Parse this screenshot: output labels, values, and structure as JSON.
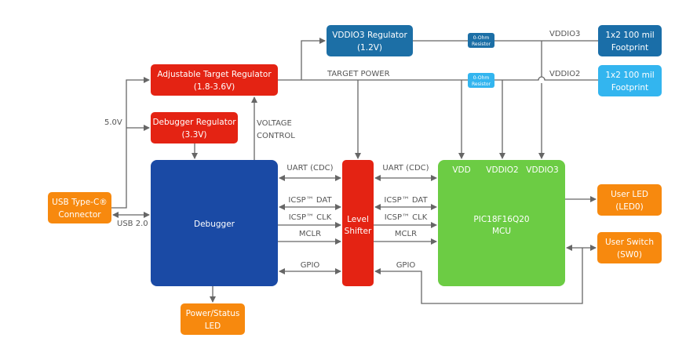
{
  "colors": {
    "orange": "#f7890e",
    "red": "#e42313",
    "blue": "#1a4aa5",
    "green": "#6ccc44",
    "steel_blue": "#1c6fa6",
    "light_blue": "#33b5ef",
    "line": "#666666"
  },
  "blocks": {
    "usb": [
      "USB Type-C®",
      "Connector"
    ],
    "target_reg": [
      "Adjustable Target Regulator",
      "(1.8-3.6V)"
    ],
    "debugger_reg": [
      "Debugger Regulator",
      "(3.3V)"
    ],
    "debugger": [
      "Debugger"
    ],
    "power_led": [
      "Power/Status",
      "LED"
    ],
    "level_shifter": [
      "Level",
      "Shifter"
    ],
    "mcu": [
      "PIC18F16Q20",
      "MCU"
    ],
    "vddio3_reg": [
      "VDDIO3 Regulator",
      "(1.2V)"
    ],
    "footprint1": [
      "1x2 100 mil",
      "Footprint"
    ],
    "footprint2": [
      "1x2 100 mil",
      "Footprint"
    ],
    "user_led": [
      "User LED",
      "(LED0)"
    ],
    "user_switch": [
      "User Switch",
      "(SW0)"
    ],
    "resistor1": [
      "0-Ohm",
      "Resistor"
    ],
    "resistor2": [
      "0-Ohm",
      "Resistor"
    ]
  },
  "labels": {
    "v5": "5.0V",
    "usb2": "USB 2.0",
    "voltage_control": [
      "VOLTAGE",
      "CONTROL"
    ],
    "target_power": "TARGET POWER",
    "vddio3": "VDDIO3",
    "vddio2": "VDDIO2",
    "mcu_pins": [
      "VDD",
      "VDDIO2",
      "VDDIO3"
    ],
    "signals": [
      "UART (CDC)",
      "ICSP™ DAT",
      "ICSP™ CLK",
      "MCLR",
      "GPIO"
    ]
  }
}
